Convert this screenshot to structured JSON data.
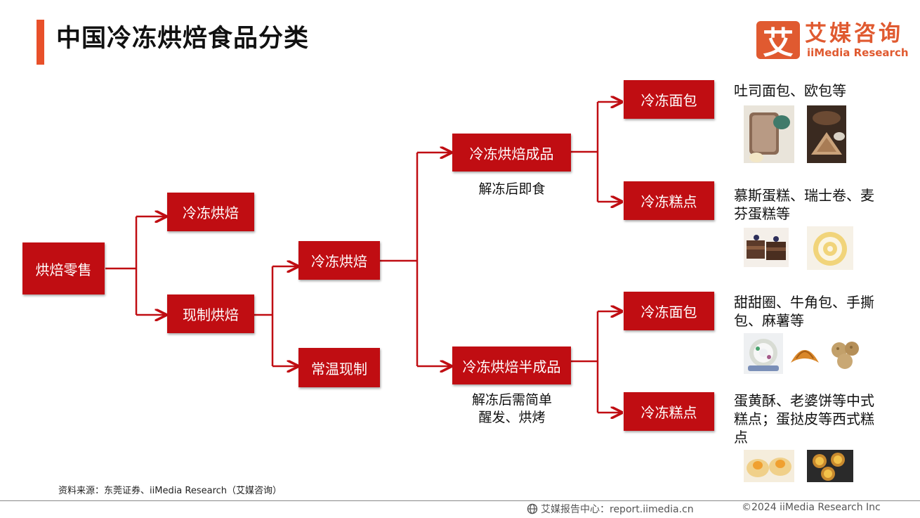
{
  "title": "中国冷冻烘焙食品分类",
  "logo": {
    "mark": "艾",
    "name_cn": "艾媒咨询",
    "name_en": "iiMedia Research"
  },
  "nodes": {
    "root": "烘焙零售",
    "frozen_baking_l1": "冷冻烘焙",
    "fresh_made": "现制烘焙",
    "frozen_baking_l2": "冷冻烘焙",
    "ambient_made": "常温现制",
    "finished": "冷冻烘焙成品",
    "semi_finished": "冷冻烘焙半成品",
    "fin_bread": "冷冻面包",
    "fin_pastry": "冷冻糕点",
    "semi_bread": "冷冻面包",
    "semi_pastry": "冷冻糕点"
  },
  "captions": {
    "finished": "解冻后即食",
    "semi_finished_line1": "解冻后需简单",
    "semi_finished_line2": "醒发、烘烤"
  },
  "examples": {
    "fin_bread": "吐司面包、欧包等",
    "fin_pastry": "慕斯蛋糕、瑞士卷、麦芬蛋糕等",
    "semi_bread": "甜甜圈、牛角包、手撕包、麻薯等",
    "semi_pastry": "蛋黄酥、老婆饼等中式糕点；蛋挞皮等西式糕点"
  },
  "source": "资料来源：东莞证券、iiMedia Research（艾媒咨询）",
  "footer": {
    "left": "艾媒报告中心：report.iimedia.cn",
    "right": "©2024  iiMedia Research  Inc"
  },
  "colors": {
    "node_fill": "#c00d12",
    "connector": "#c00d12",
    "accent": "#e8502a",
    "brand": "#e05a30"
  },
  "icons": [
    "globe-icon"
  ]
}
